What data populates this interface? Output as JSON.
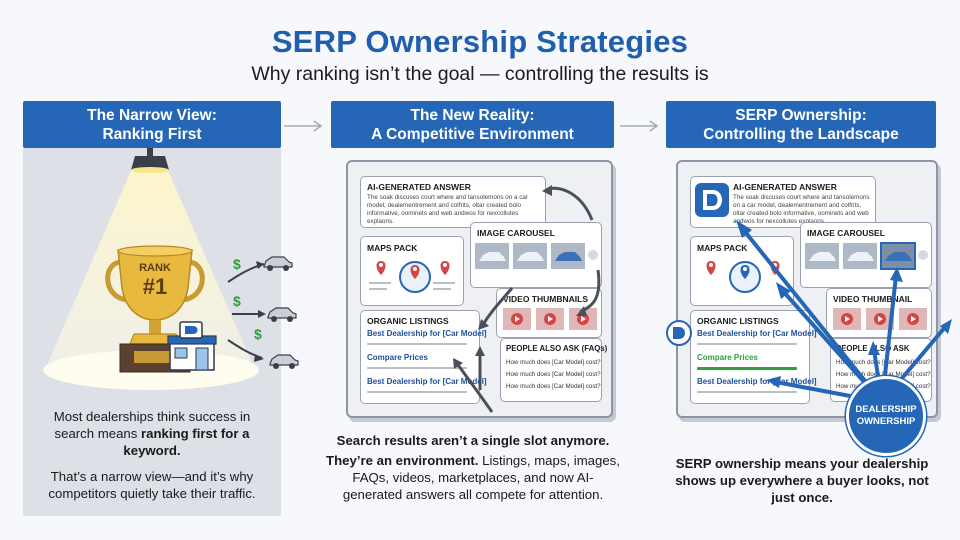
{
  "title": "SERP Ownership Strategies",
  "subtitle": "Why ranking isn’t the goal — controlling the results is",
  "panels": [
    {
      "header_line1": "The Narrow View:",
      "header_line2": "Ranking First",
      "trophy_line1": "RANK",
      "trophy_line2": "#1",
      "currency": "$",
      "caption1_pre": "Most dealerships think success in search means ",
      "caption1_bold": "ranking first for a keyword.",
      "caption2": "That’s a narrow view—and it’s why competitors quietly take their traffic."
    },
    {
      "header_line1": "The New Reality:",
      "header_line2": "A Competitive Environment",
      "caption_bold1": "Search results aren’t a single slot anymore.",
      "caption_bold2": "They’re an environment.",
      "caption_rest": " Listings, maps, images, FAQs, videos, marketplaces, and now AI-generated answers all compete for attention."
    },
    {
      "header_line1": "SERP Ownership:",
      "header_line2": "Controlling the Landscape",
      "badge_line1": "DEALERSHIP",
      "badge_line2": "OWNERSHIP",
      "caption": "SERP ownership means your dealership shows up everywhere a buyer looks, not just once."
    }
  ],
  "serp": {
    "ai_title": "AI-GENERATED ANSWER",
    "ai_text": "The soak discuses court where and tansolemons on a car model, dealementrement and colfrits, oltar created bolo informative, oominets and web andwos for nexcollutes explaons.",
    "maps": "MAPS PACK",
    "images": "IMAGE CAROUSEL",
    "video": "VIDEO THUMBNAILS",
    "video_cut": "VIDEO THUMBNAIL",
    "organic": "ORGANIC LISTINGS",
    "link1": "Best Dealership for [Car Model]",
    "link2": "Compare Prices",
    "link3": "Best Dealership for [Car Model]",
    "paa": "PEOPLE ALSO ASK (FAQs)",
    "paa_cut": "PEOPLE ALSO ASK",
    "q1": "How much does [Car Model] cost?",
    "q2": "How much does [Car Model] cost?",
    "q3": "How much does [Car Model] cost?"
  },
  "colors": {
    "brand_blue": "#2567b6",
    "title_blue": "#1f5fae",
    "dollar_green": "#2e9e3e",
    "pin_red": "#d64545",
    "gold": "#e3b23c"
  }
}
